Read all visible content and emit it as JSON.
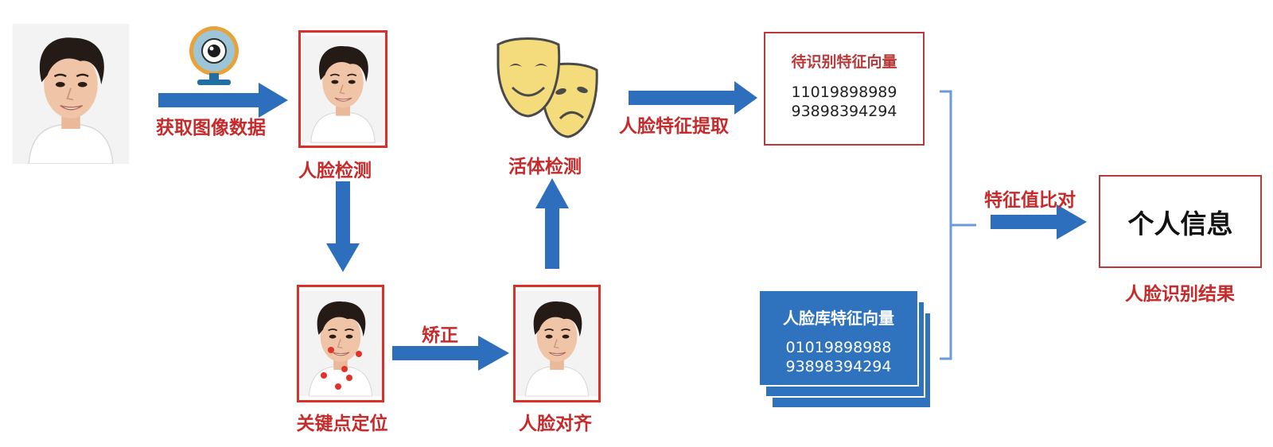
{
  "labels": {
    "acquire": "获取图像数据",
    "face_detect": "人脸检测",
    "landmark": "关键点定位",
    "correct": "矫正",
    "align": "人脸对齐",
    "liveness": "活体检测",
    "extract": "人脸特征提取",
    "compare": "特征值比对",
    "result_caption": "人脸识别结果"
  },
  "pending_vector": {
    "title": "待识别特征向量",
    "line1": "11019898989",
    "line2": "93898394294"
  },
  "db_vector": {
    "title": "人脸库特征向量",
    "line1": "01019898988",
    "line2": "93898394294"
  },
  "result_box": {
    "title": "个人信息"
  },
  "icons": [
    "webcam-icon",
    "theater-masks-icon"
  ],
  "colors": {
    "arrow": "#2e6fbd",
    "label_red": "#c62a2a",
    "frame_red": "#d9302c",
    "db_blue": "#2f72bd",
    "bracket": "#6a9bd8"
  }
}
